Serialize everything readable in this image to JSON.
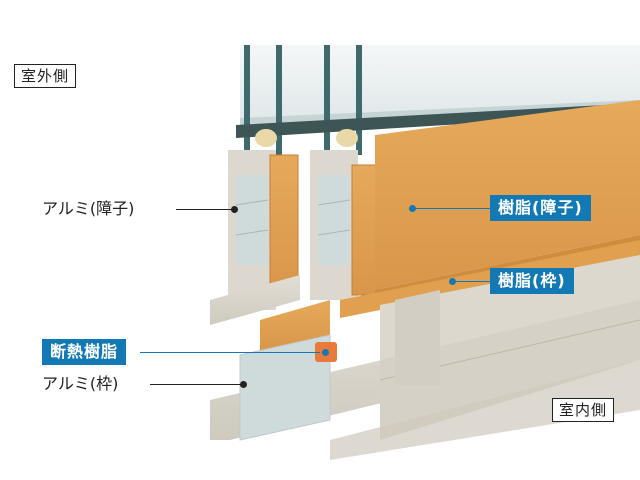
{
  "labels": {
    "outdoor_side": "室外側",
    "indoor_side": "室内側",
    "aluminum_sash": "アルミ(障子)",
    "resin_sash": "樹脂(障子)",
    "resin_frame": "樹脂(枠)",
    "thermal_break_resin": "断熱樹脂",
    "aluminum_frame": "アルミ(枠)"
  },
  "colors": {
    "callout_blue": "#1379b5",
    "resin_wood": "#e3a354",
    "aluminum": "#d9d6cf",
    "thermal_break": "#e87a3c",
    "glass": "#e9eff0",
    "glass_edge": "#3f6a6c"
  }
}
